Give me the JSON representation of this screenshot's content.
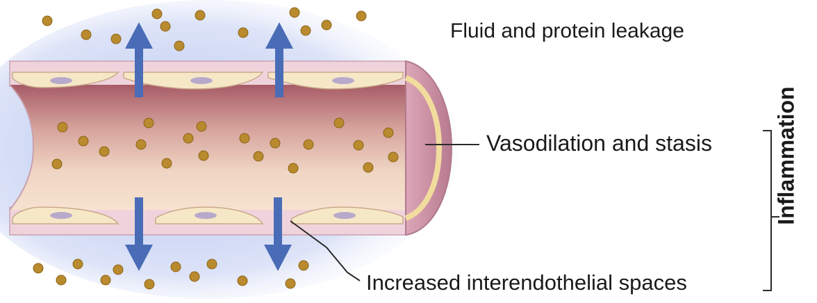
{
  "labels": {
    "fluid_leakage": "Fluid and protein leakage",
    "vasodilation": "Vasodilation and stasis",
    "interendothelial": "Increased interendothelial spaces",
    "bracket": "Inflammation"
  },
  "colors": {
    "vessel_wall": "#e8c8d4",
    "vessel_lumen_dark": "#a85a66",
    "vessel_lumen_light": "#f2dcc9",
    "endothelial_cell": "#f5e6c4",
    "nucleus": "#b3a6c8",
    "protein_dot": "#b8862b",
    "arrow": "#4a6cb5",
    "halo": "#c9d4f2",
    "end_cap": "#c98aa0"
  }
}
